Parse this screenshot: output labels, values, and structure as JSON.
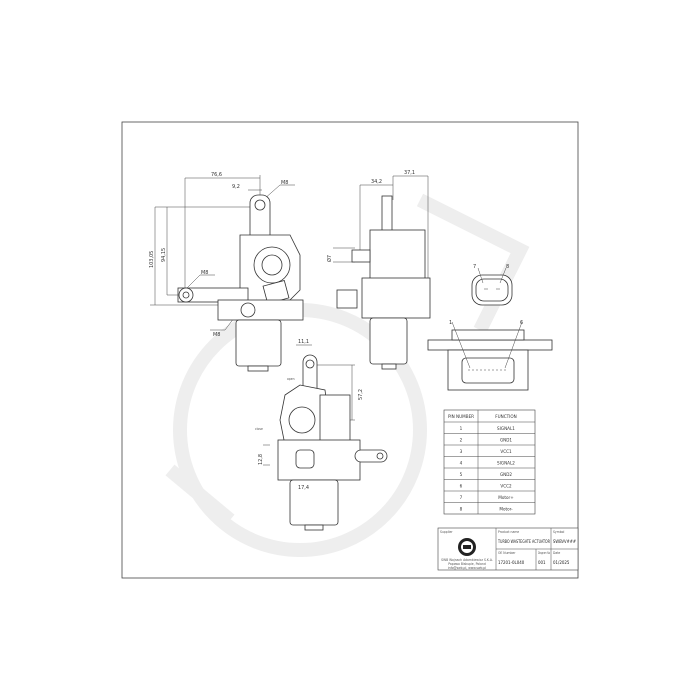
{
  "drawing": {
    "dimensions": {
      "front_width": "76,6",
      "front_offset": "9,2",
      "front_height_total": "103,05",
      "front_height_inner": "94,15",
      "thread_top": "M8",
      "thread_left": "M8",
      "thread_bottom": "M8",
      "side_depth_1": "34,2",
      "side_depth_2": "37,1",
      "side_diameter": "Ø7",
      "bottom_offset": "11,1",
      "bottom_height": "57,2",
      "bottom_conn_height": "12,8",
      "bottom_conn_width": "17,4",
      "label_open": "open",
      "label_close": "close"
    },
    "connector_pins": {
      "top_left": "7",
      "top_right": "8",
      "bottom_left": "1",
      "bottom_right": "6"
    }
  },
  "pin_table": {
    "headers": [
      "PIN NUMBER",
      "FUNCTION"
    ],
    "rows": [
      [
        "1",
        "SIGNAL1"
      ],
      [
        "2",
        "GND1"
      ],
      [
        "3",
        "VCC1"
      ],
      [
        "4",
        "SIGNAL2"
      ],
      [
        "5",
        "GND2"
      ],
      [
        "6",
        "VCC2"
      ],
      [
        "7",
        "Motor+"
      ],
      [
        "8",
        "Motor-"
      ]
    ]
  },
  "title_block": {
    "supplier_label": "Supplier",
    "supplier_lines": [
      "SWB Wojnach Adamkiewicz S.K.A.",
      "Papowo Biskupie, Poland",
      "info@swb.pl, www.swb.pl"
    ],
    "product_name_label": "Product name",
    "product_name": "TURBO WASTEGATE ACTUATOR",
    "symbol_label": "Symbol",
    "symbol": "SWBVV###",
    "oe_number_label": "OE Number",
    "oe_number": "17201-0L040",
    "diagram_no_label": "Diagram No",
    "diagram_no": "001",
    "date_label": "Date",
    "date": "01/2025"
  },
  "colors": {
    "line": "#333333",
    "watermark": "#f1f1f1",
    "background": "#ffffff"
  }
}
